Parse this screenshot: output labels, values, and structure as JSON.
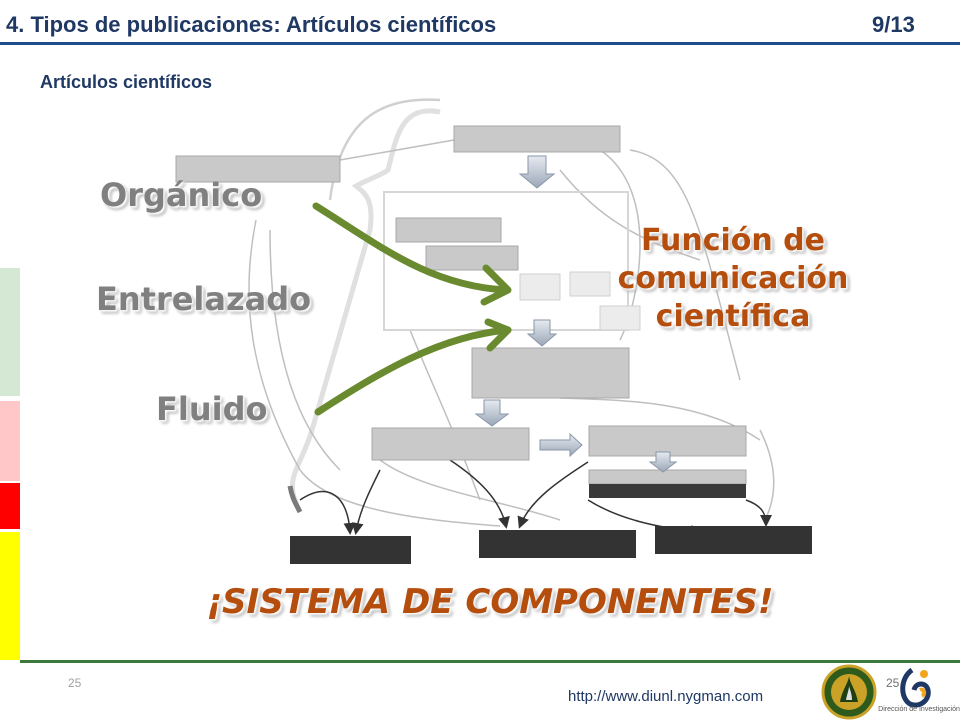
{
  "header": {
    "title": "4. Tipos de publicaciones: Artículos científicos",
    "page_counter": "9/13"
  },
  "subtitle": "Artículos científicos",
  "words": {
    "organico": "Orgánico",
    "entrelazado": "Entrelazado",
    "fluido": "Fluido"
  },
  "funcion": {
    "line1": "Función de",
    "line2": "comunicación",
    "line3": "científica"
  },
  "sistema": "¡SISTEMA DE COMPONENTES!",
  "footer": {
    "page_number_left": "25",
    "page_number_right": "25",
    "url": "http://www.diunl.nygman.com",
    "logo_caption": "Dirección de Investigación"
  },
  "colors": {
    "header_text": "#1f3864",
    "header_line": "#1f4e8c",
    "accent_orange": "#b54d0c",
    "arrow_green": "#6a8a2f",
    "word_gray": "#808080",
    "footer_line": "#3b7a3b",
    "sidebar_green": "#d5e8d4",
    "sidebar_pink": "#ffc7c7",
    "sidebar_red": "#ff0000",
    "sidebar_yellow": "#ffff00"
  }
}
